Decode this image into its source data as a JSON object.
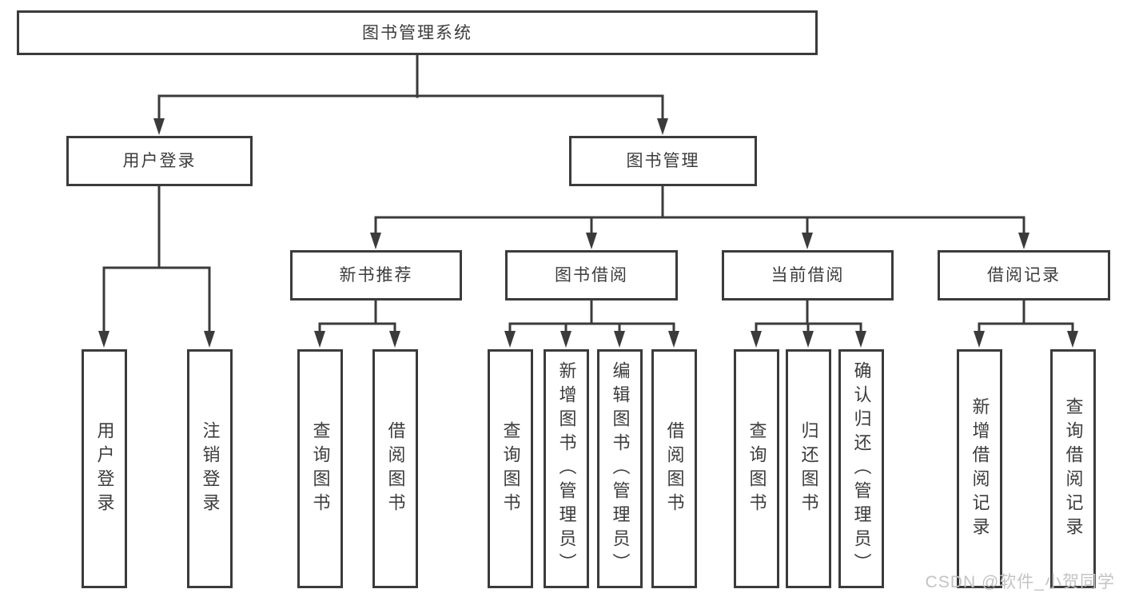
{
  "nodes": {
    "root": "图书管理系统",
    "user_login": "用户登录",
    "book_mgmt": "图书管理",
    "new_book_rec": "新书推荐",
    "book_borrow": "图书借阅",
    "current_borrow": "当前借阅",
    "borrow_records": "借阅记录",
    "leaf_user_login": "用户登录",
    "leaf_logout": "注销登录",
    "leaf_query_book_a": "查询图书",
    "leaf_borrow_book_a": "借阅图书",
    "leaf_query_book_b": "查询图书",
    "leaf_add_book": "新增图书（管理员）",
    "leaf_edit_book": "编辑图书（管理员）",
    "leaf_borrow_book_b": "借阅图书",
    "leaf_query_book_c": "查询图书",
    "leaf_return_book": "归还图书",
    "leaf_confirm_return": "确认归还（管理员）",
    "leaf_add_record": "新增借阅记录",
    "leaf_query_record": "查询借阅记录"
  },
  "hierarchy": {
    "图书管理系统": {
      "用户登录": [
        "用户登录",
        "注销登录"
      ],
      "图书管理": {
        "新书推荐": [
          "查询图书",
          "借阅图书"
        ],
        "图书借阅": [
          "查询图书",
          "新增图书（管理员）",
          "编辑图书（管理员）",
          "借阅图书"
        ],
        "当前借阅": [
          "查询图书",
          "归还图书",
          "确认归还（管理员）"
        ],
        "借阅记录": [
          "新增借阅记录",
          "查询借阅记录"
        ]
      }
    }
  },
  "watermark": "CSDN @软件_小贺同学",
  "colors": {
    "line": "#3b3b3b",
    "text": "#3c3c3c",
    "watermark_text": "#c3c3c3",
    "background": "#ffffff"
  }
}
